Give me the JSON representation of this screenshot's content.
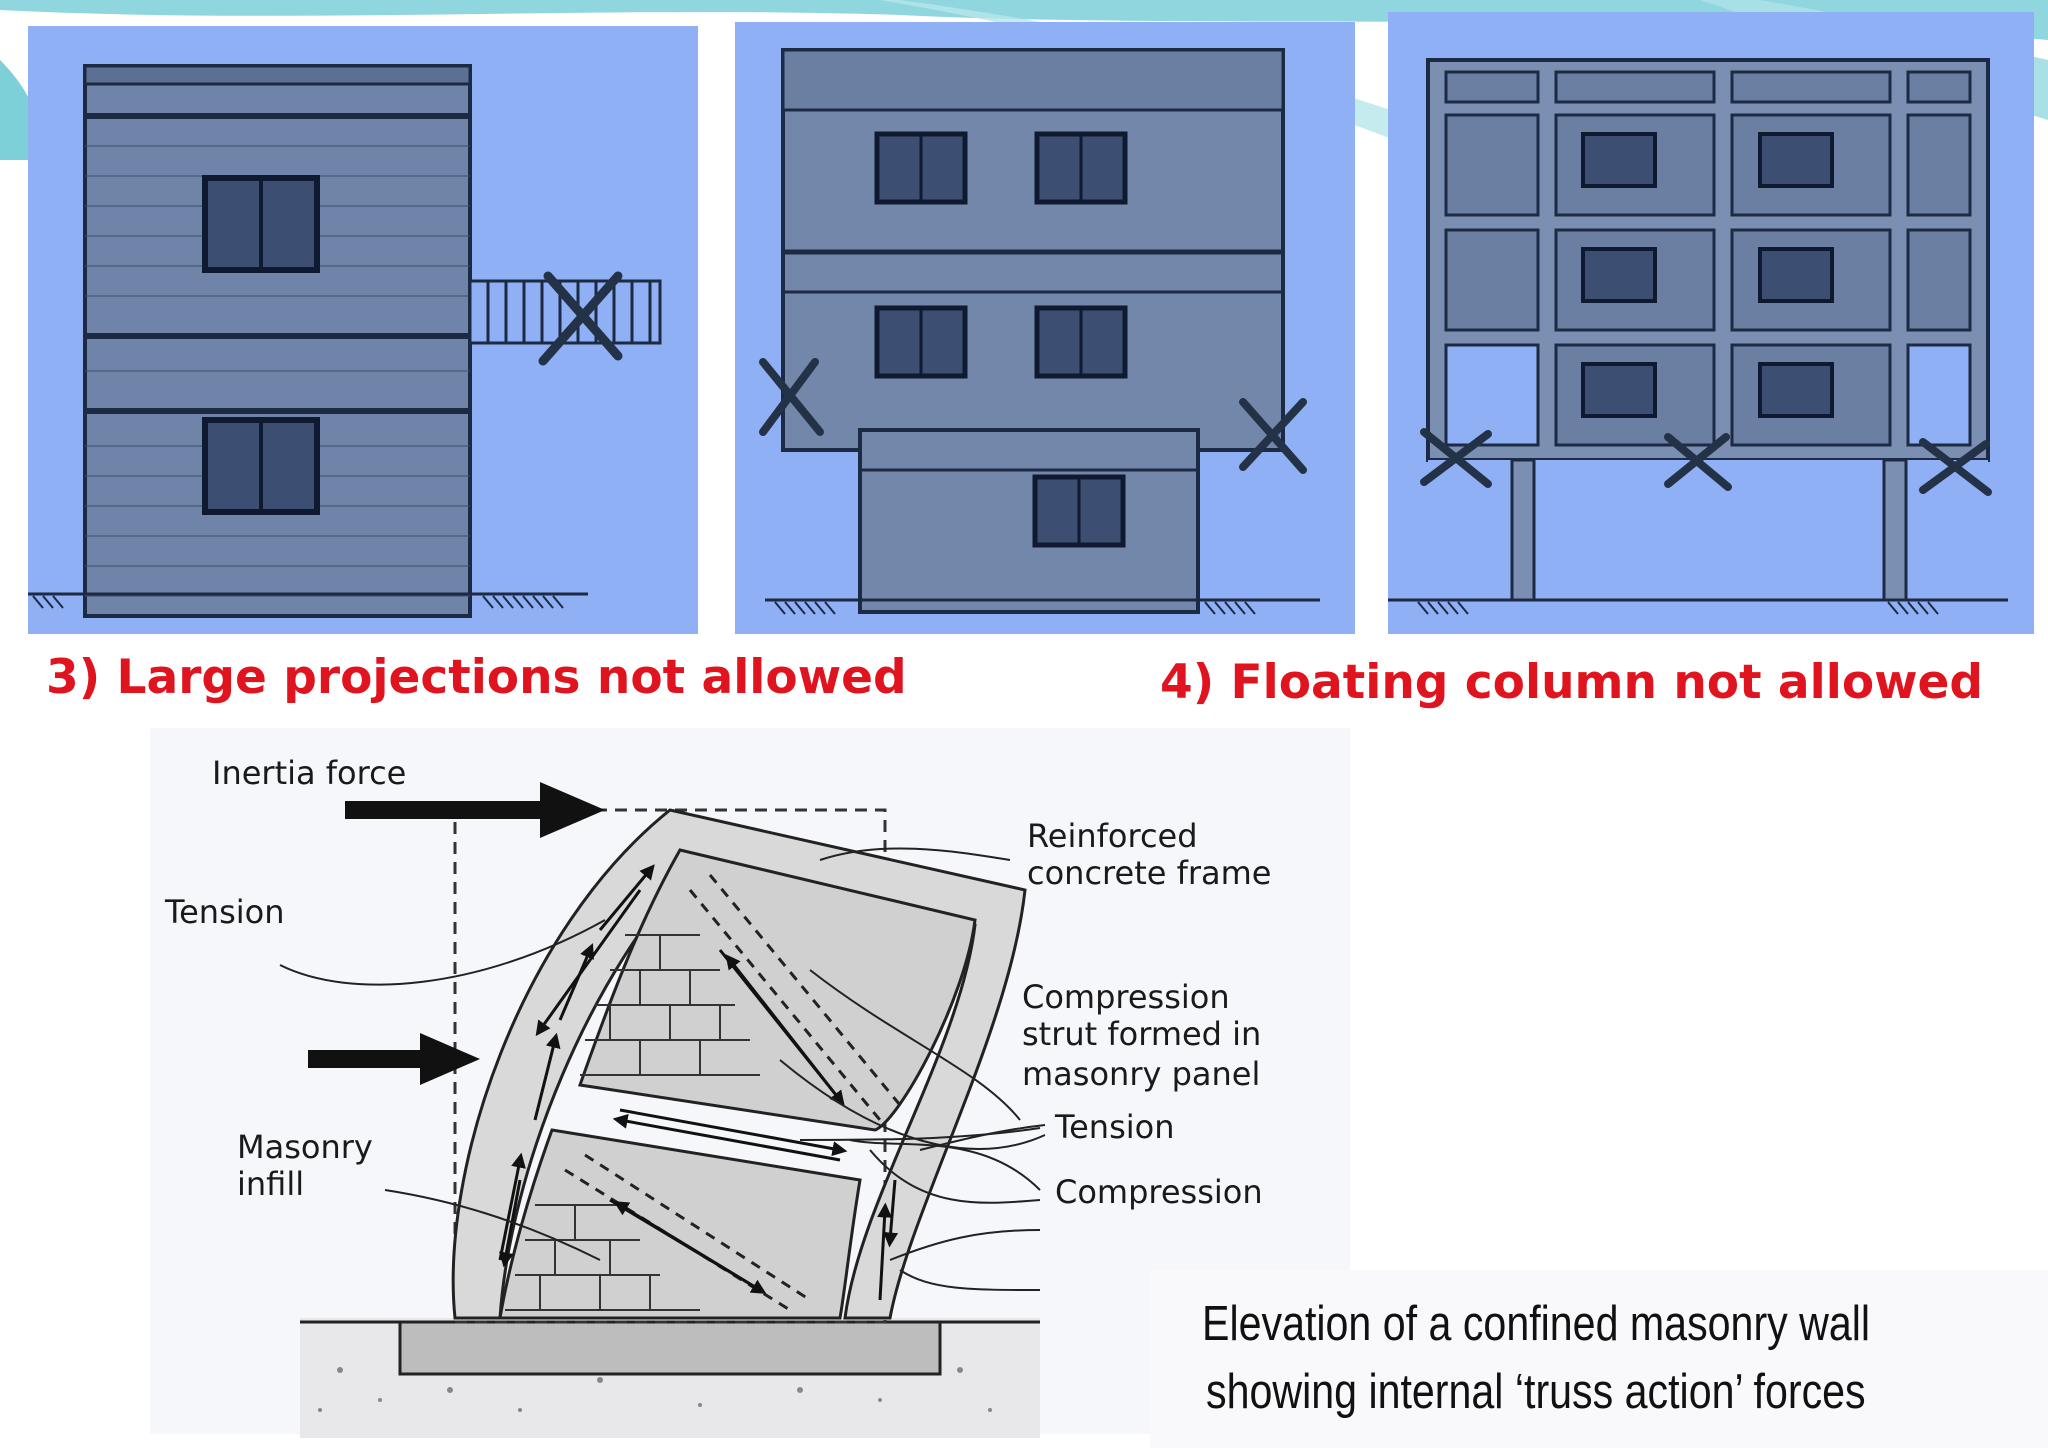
{
  "slide": {
    "accent_color": "#7ed0d8",
    "panel_color": "#8fb0f4",
    "caption_color": "#e0141e"
  },
  "captions": {
    "large_projections": "3) Large projections  not allowed",
    "floating_column": "4) Floating column not allowed"
  },
  "diagram": {
    "labels": {
      "inertia_force": "Inertia force",
      "tension_left": "Tension",
      "rc_frame_line1": "Reinforced",
      "rc_frame_line2": "concrete frame",
      "strut_line1": "Compression",
      "strut_line2": "strut formed in",
      "strut_line3": "masonry panel",
      "tension_right": "Tension",
      "compression_right": "Compression",
      "infill_line1": "Masonry",
      "infill_line2": "infill"
    },
    "caption_line1": "Elevation of a confined masonry wall",
    "caption_line2": "showing internal ‘truss action’ forces"
  },
  "icons": [
    "not-allowed-cross-icon",
    "force-arrow-icon",
    "ground-hatch-icon"
  ]
}
